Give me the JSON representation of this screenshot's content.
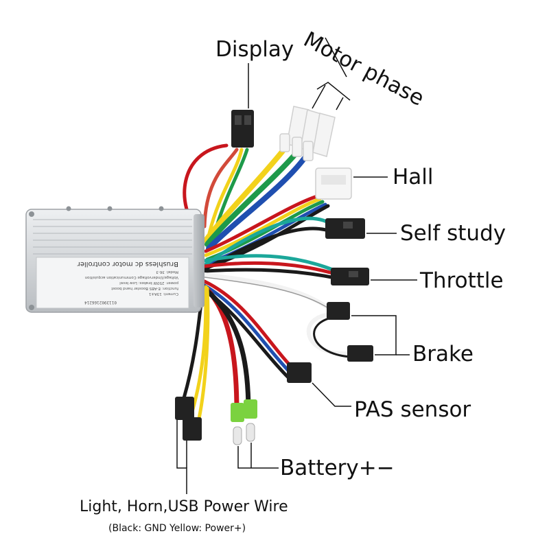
{
  "labels": {
    "display": "Display",
    "motor_phase": "Motor phase",
    "hall": "Hall",
    "self_study": "Self study",
    "throttle": "Throttle",
    "brake": "Brake",
    "pas_sensor": "PAS sensor",
    "battery": "Battery+−",
    "light_horn_usb": "Light, Horn,USB Power Wire",
    "light_horn_note": "(Black: GND Yellow: Power+)"
  },
  "controller_sticker": {
    "title": "Brushless dc motor controller",
    "lines": [
      "Model: 36-3",
      "Voltage/Undervoltage   Communication acquisition",
      "power: 250W     brakes: Low level",
      "function:  E-ABS  Booster  hand boost",
      "Current: 13A±1"
    ],
    "serial": "0113902166214"
  },
  "colors": {
    "housing": "#d5d7da",
    "wire_red": "#c8161d",
    "wire_yellow": "#f2d21b",
    "wire_green": "#1e9a4a",
    "wire_blue": "#1f4fb0",
    "wire_black": "#1a1a1a",
    "wire_white": "#f2f2f2",
    "wire_teal": "#1ba79a",
    "connector_black": "#222222",
    "connector_white": "#f4f4f4",
    "shrink_green": "#7bd23f"
  }
}
